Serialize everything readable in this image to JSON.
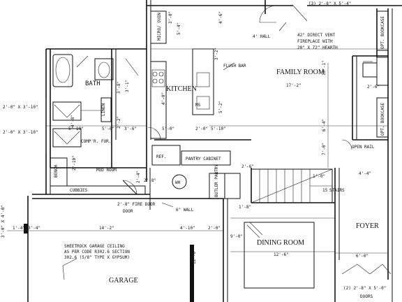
{
  "rooms": {
    "family_room": "FAMILY ROOM",
    "kitchen": "KITCHEN",
    "bath": "BATH",
    "mud_room": "MUD ROOM",
    "dining_room": "DINING ROOM",
    "foyer": "FOYER",
    "garage": "GARAGE",
    "linen": "LINEN",
    "ref": "REF.",
    "pantry_cabinet": "PANTRY CABINET",
    "bench": "BENCH",
    "cubbies": "CUBBIES",
    "butler_pantry": "BUTLER PANTRY",
    "micro_oven": "MICRO/ OVEN",
    "opt_bookcase_top": "OPT. BOOKCASE",
    "opt_bookcase_mid": "OPT. BOOKCASE",
    "comp_fur": "COMP'R. FUR.",
    "stair_num": "15",
    "stairs_label": "STAIRS"
  },
  "notes": {
    "flush_bar": "FLUSH BAR",
    "fireplace": "42\" DIRECT VENT FIREPLACE WITH 20\" X 72\" HEARTH",
    "open_rail": "OPEN RAIL",
    "hall": "4' HALL",
    "sheetrock": "SHEETROCK GARAGE CEILING AS PER CODE R302.6 SECTION 302.6 (5/8\" TYPE X GYPSUM)",
    "wall_note": "6\" WALL",
    "fire_door": "2'-8\" FIRE DOOR",
    "wh": "WH",
    "ms": "MS",
    "doors_bottom": "DOORS",
    "window_top": "(3) 2'-8\" X 5'-4\"",
    "window_bottom": "(2) 2'-8\" X 5'-0\"",
    "window_left1": "2'-0\" X 3'-10\"",
    "window_left2": "2'-0\" X 3'-10\"",
    "window_garage": "3'-0\" X 4'-0\"",
    "garage_door": "DOOR"
  },
  "dims": {
    "family_w": "17'-2\"",
    "dining_w": "12'-6\"",
    "garage_w": "14'-2\"",
    "foyer_w": "6'-0\"",
    "d_3_4": "3'-4\"",
    "d_4_10": "4'-10\"",
    "d_2_0a": "2'-0\"",
    "d_2_0b": "2'-0\"",
    "d_5_10a": "5'-10\"",
    "d_5_10b": "5'-10\"",
    "d_5_6": "5'-6\"",
    "d_5_0": "5'-0\"",
    "d_3_6": "3'-6\"",
    "d_4_4": "4'-4\"",
    "d_10_1": "10'-1\"",
    "d_6_4": "6'-4\"",
    "d_2_10": "2'-10\"",
    "d_3_8": "3'-8\"",
    "d_5_4": "5'-4\"",
    "d_1_4": "1'-4\"",
    "d_3_0": "3'-0\"",
    "d_2_6": "2'-6\"",
    "d_4_0": "4'-0\"",
    "d_1_8": "1'-8\"",
    "d_2_4": "2'-4\"",
    "d_3_1": "3'-1\"",
    "d_9_0": "9'-0\"",
    "d_7_0": "7'-0\"",
    "d_4_8": "4'-8\"",
    "d_12_0": "12'-0\"",
    "d_3_2": "3'-2\"",
    "d_2_8": "2'-8\"",
    "d_1_0": "1'-0\"",
    "d_4_6": "4'-6\"",
    "d_5_2": "5'-2\"",
    "d_2_2": "2'-2\"",
    "d_2_6b": "2'-6\""
  }
}
